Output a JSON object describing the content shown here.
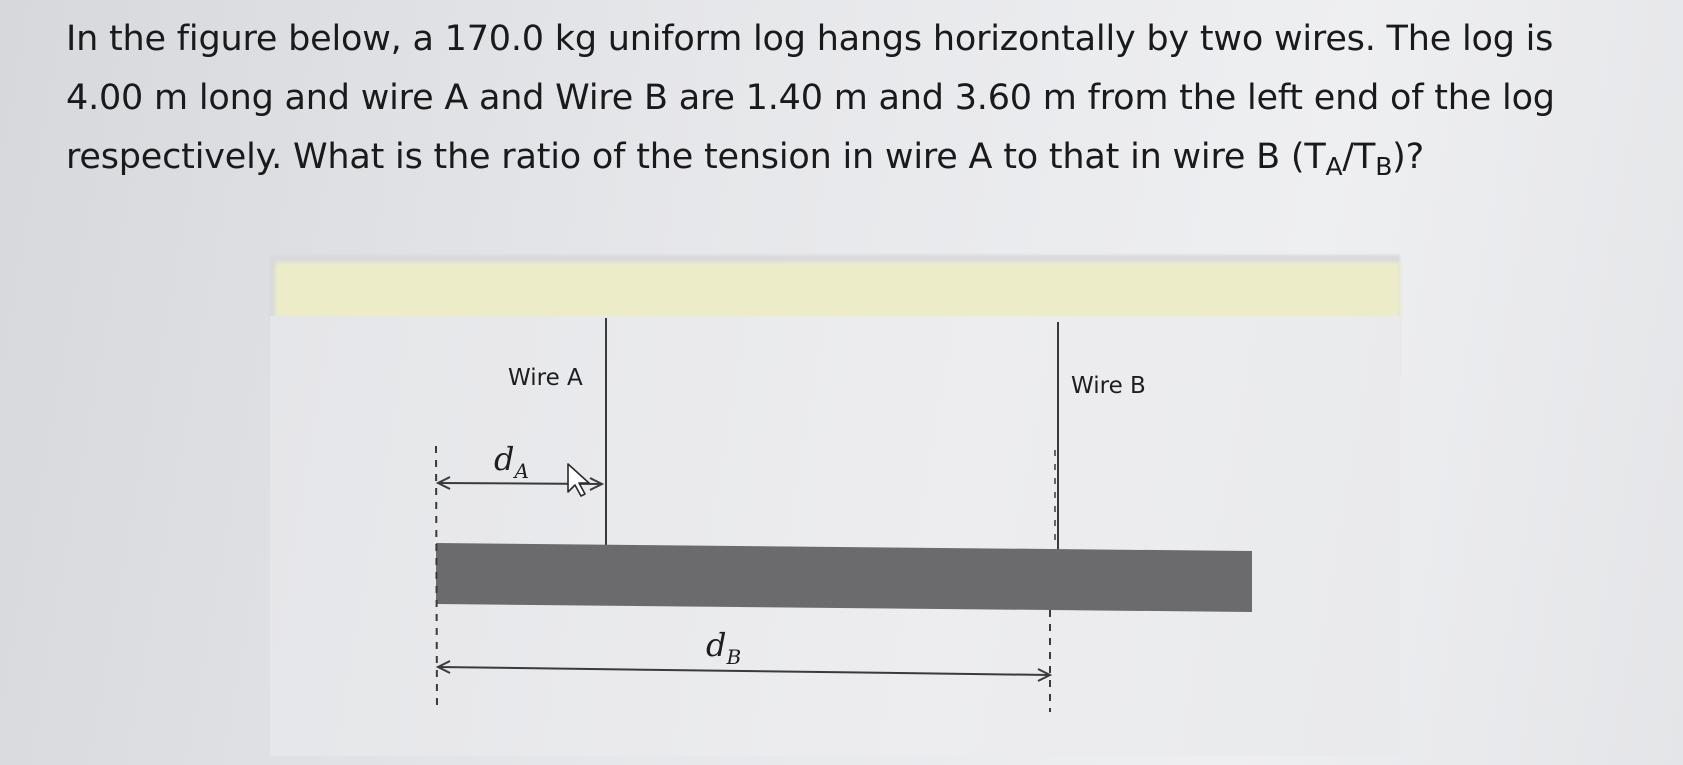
{
  "question": {
    "line1": "In the figure below, a 170.0 kg uniform log hangs horizontally by two wires. The log is",
    "line2": "4.00 m long and wire A and Wire B are 1.40 m and 3.60 m from the left end of the log",
    "line3_text": "respectively. What is the ratio of the tension in wire A to that in wire B (",
    "ratio_T1": "T",
    "ratio_sub_A": "A",
    "ratio_slash": "/",
    "ratio_T2": "T",
    "ratio_sub_B": "B",
    "line3_end": ")?"
  },
  "diagram": {
    "wire_a_label": "Wire A",
    "wire_b_label": "Wire B",
    "d_a_symbol": "d",
    "d_a_sub": "A",
    "d_b_symbol": "d",
    "d_b_sub": "B"
  },
  "colors": {
    "log_fill": "#6b6b6d",
    "wire": "#3a3a3c",
    "text": "#1a1a1c"
  }
}
